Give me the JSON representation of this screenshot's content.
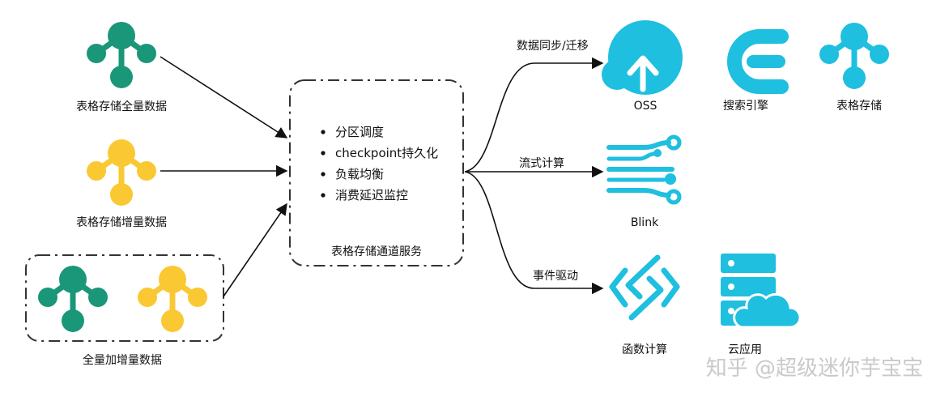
{
  "sources": {
    "full_label": "表格存储全量数据",
    "incremental_label": "表格存储增量数据",
    "combined_label": "全量加增量数据"
  },
  "service": {
    "features": [
      "分区调度",
      "checkpoint持久化",
      "负载均衡",
      "消费延迟监控"
    ],
    "title": "表格存储通道服务"
  },
  "edges": {
    "sync": "数据同步/迁移",
    "stream": "流式计算",
    "event": "事件驱动"
  },
  "targets": {
    "oss": "OSS",
    "search": "搜索引擎",
    "tablestore": "表格存储",
    "blink": "Blink",
    "function": "函数计算",
    "cloud_app": "云应用"
  },
  "watermark": "知乎 @超级迷你芋宝宝",
  "colors": {
    "teal": "#1a9679",
    "yellow": "#fac832",
    "cyan": "#1ebfdf",
    "line": "#111111",
    "watermark": "#c9c9c9"
  },
  "icons": [
    "tree-node-icon",
    "oss-icon",
    "search-engine-icon",
    "blink-icon",
    "function-compute-icon",
    "cloud-app-icon"
  ]
}
